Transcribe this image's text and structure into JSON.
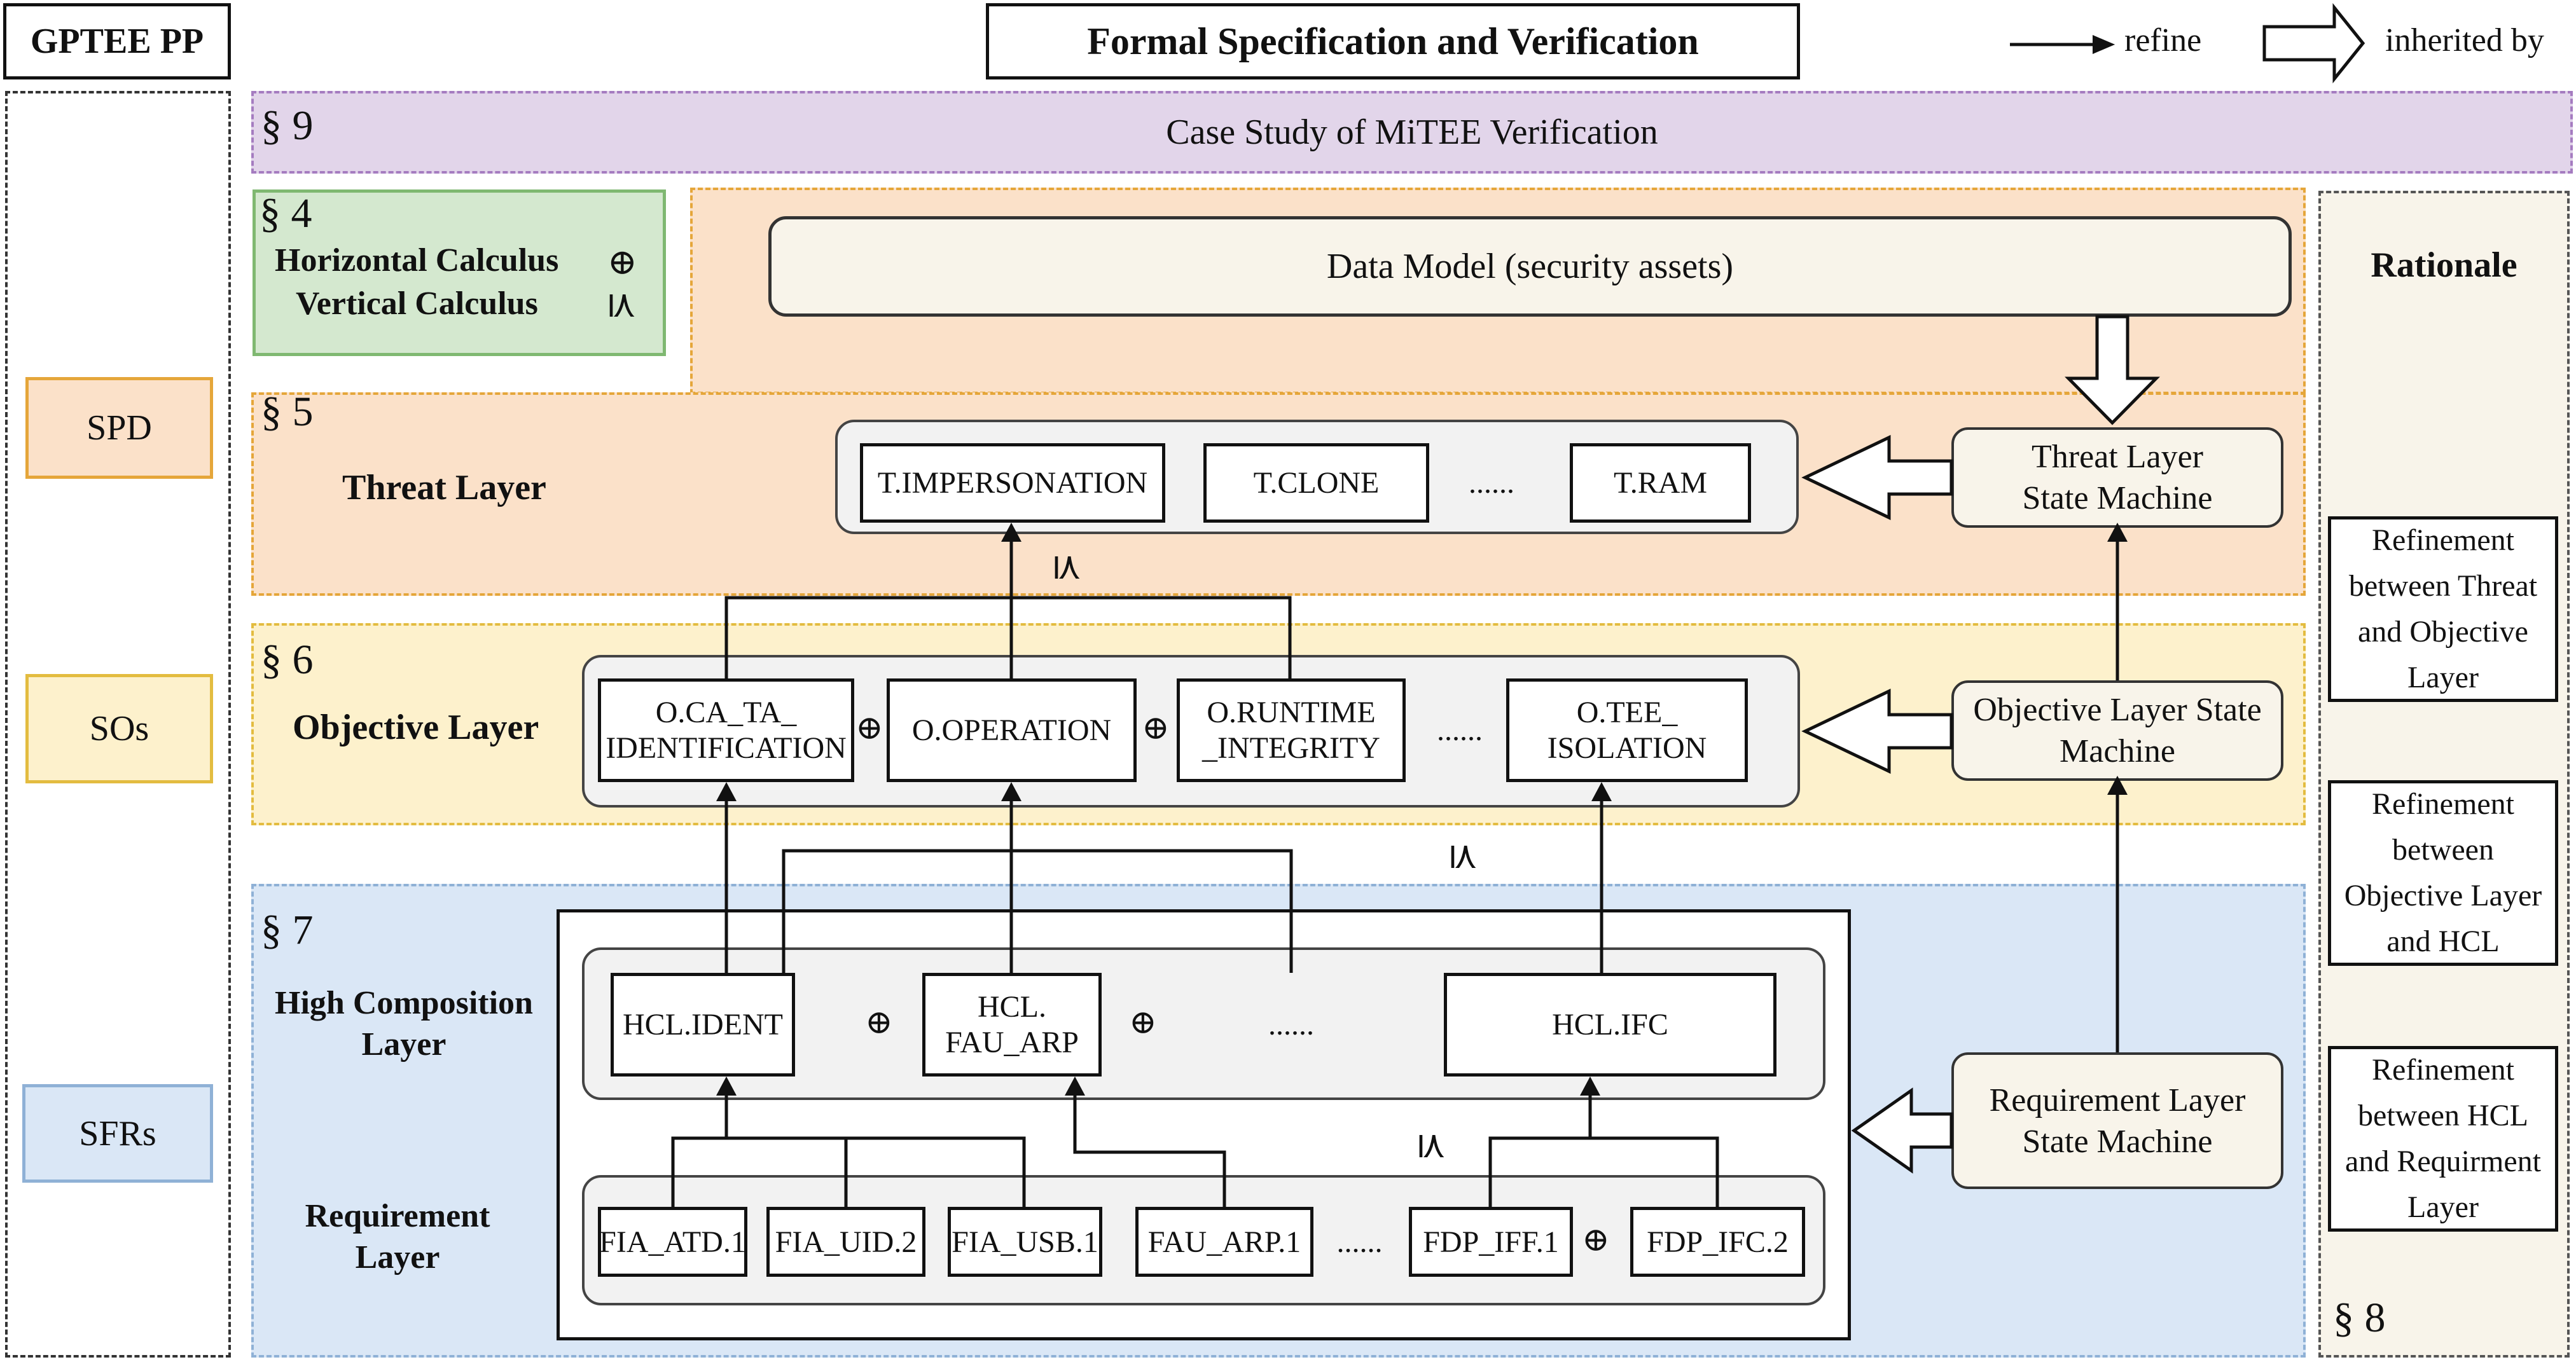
{
  "header": {
    "pp_label": "GPTEE PP",
    "title": "Formal Specification and Verification",
    "legend_refine": "refine",
    "legend_inherited": "inherited by"
  },
  "left_column": {
    "spd": "SPD",
    "sos": "SOs",
    "sfrs": "SFRs"
  },
  "case_study": {
    "section": "§ 9",
    "label": "Case Study of MiTEE Verification"
  },
  "calculus": {
    "section": "§ 4",
    "horizontal": "Horizontal Calculus",
    "vertical": "Vertical Calculus",
    "plus_symbol": "⊕",
    "refine_symbol": "⪯"
  },
  "data_model": {
    "label": "Data Model (security assets)"
  },
  "threat": {
    "section": "§ 5",
    "layer_label": "Threat Layer",
    "items": [
      "T.IMPERSONATION",
      "T.CLONE",
      "......",
      "T.RAM"
    ],
    "state_machine": [
      "Threat Layer",
      "State Machine"
    ],
    "refine_symbol": "⪯"
  },
  "objective": {
    "section": "§ 6",
    "layer_label": "Objective Layer",
    "items": [
      [
        "O.CA_TA_",
        "IDENTIFICATION"
      ],
      [
        "O.OPERATION"
      ],
      [
        "O.RUNTIME",
        "_INTEGRITY"
      ],
      [
        "......"
      ],
      [
        "O.TEE_",
        "ISOLATION"
      ]
    ],
    "plus_symbol": "⊕",
    "state_machine": [
      "Objective Layer State",
      "Machine"
    ],
    "refine_symbol": "⪯"
  },
  "requirement": {
    "section": "§ 7",
    "hcl_label": [
      "High Composition",
      "Layer"
    ],
    "req_label": [
      "Requirement",
      "Layer"
    ],
    "hcl_items": [
      [
        "HCL.IDENT"
      ],
      [
        "HCL.",
        "FAU_ARP"
      ],
      [
        "......"
      ],
      [
        "HCL.IFC"
      ]
    ],
    "req_items": [
      "FIA_ATD.1",
      "FIA_UID.2",
      "FIA_USB.1",
      "FAU_ARP.1",
      "......",
      "FDP_IFF.1",
      "FDP_IFC.2"
    ],
    "plus_symbol": "⊕",
    "refine_symbol": "⪯",
    "state_machine": [
      "Requirement Layer",
      "State Machine"
    ]
  },
  "rationale": {
    "title": "Rationale",
    "section": "§ 8",
    "boxes": [
      [
        "Refinement",
        "between Threat",
        "and Objective",
        "Layer"
      ],
      [
        "Refinement",
        "between",
        "Objective Layer",
        "and HCL"
      ],
      [
        "Refinement",
        "between HCL",
        "and Requirment",
        "Layer"
      ]
    ]
  },
  "colors": {
    "case_study_fill": "#e2d5ea",
    "case_study_border": "#a57cc0",
    "calculus_fill": "#d4e8cf",
    "calculus_border": "#7fb871",
    "threat_fill": "#fbe1c9",
    "threat_border": "#e5a63a",
    "objective_fill": "#fdf1cc",
    "objective_border": "#e3bc40",
    "requirement_fill": "#dae7f6",
    "requirement_border": "#8fb1d6",
    "rationale_fill": "#f8f4ea"
  }
}
